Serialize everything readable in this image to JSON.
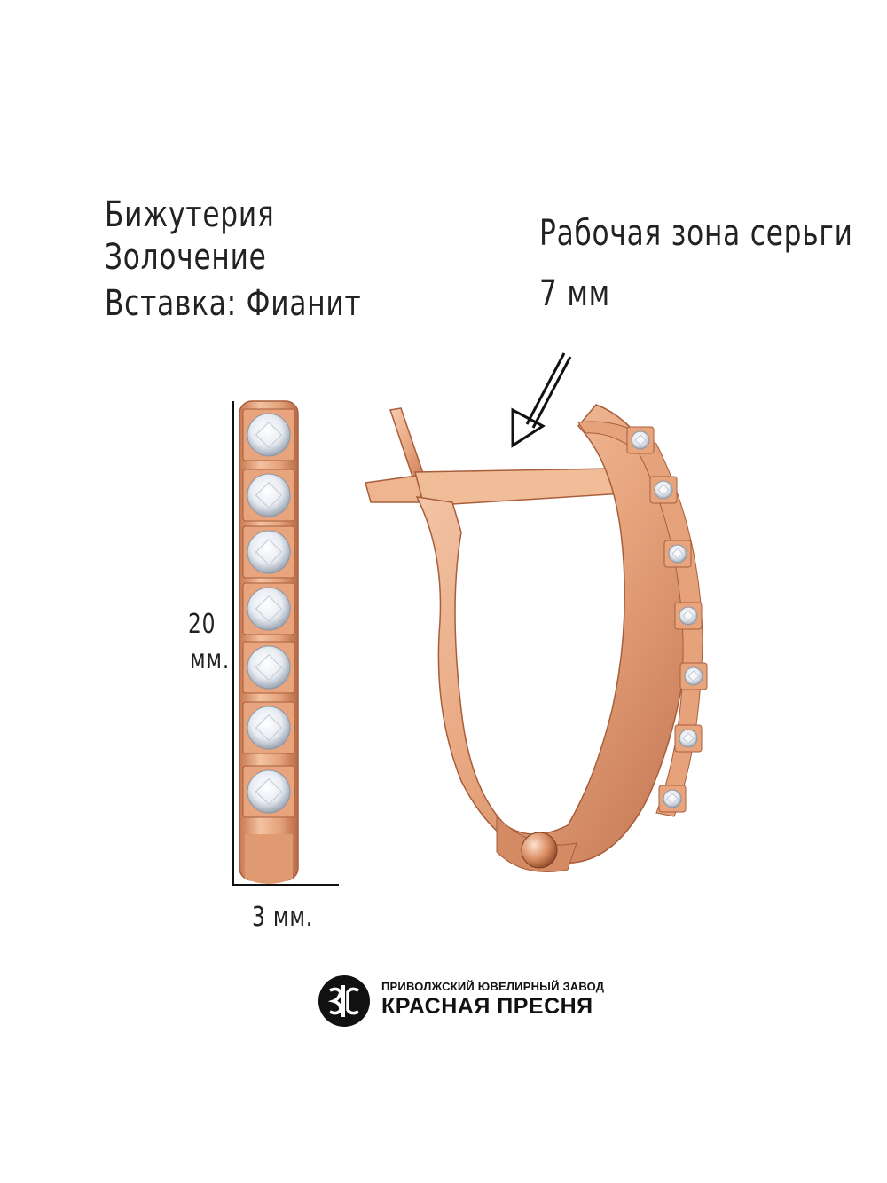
{
  "specs": {
    "line1": "Бижутерия",
    "line2": "Золочение",
    "line3": "Вставка: Фианит"
  },
  "work_zone": {
    "title": "Рабочая зона серьги",
    "value": "7 мм"
  },
  "dimensions": {
    "height_value": "20",
    "height_unit": "мм.",
    "width_label": "3 мм."
  },
  "brand": {
    "subtitle": "ПРИВОЛЖСКИЙ ЮВЕЛИРНЫЙ ЗАВОД",
    "name": "КРАСНАЯ ПРЕСНЯ"
  },
  "colors": {
    "gold": "#e9a87f",
    "gold_dark": "#b86a45",
    "gold_light": "#f8d2b8",
    "stone": "#f2f4f8"
  }
}
